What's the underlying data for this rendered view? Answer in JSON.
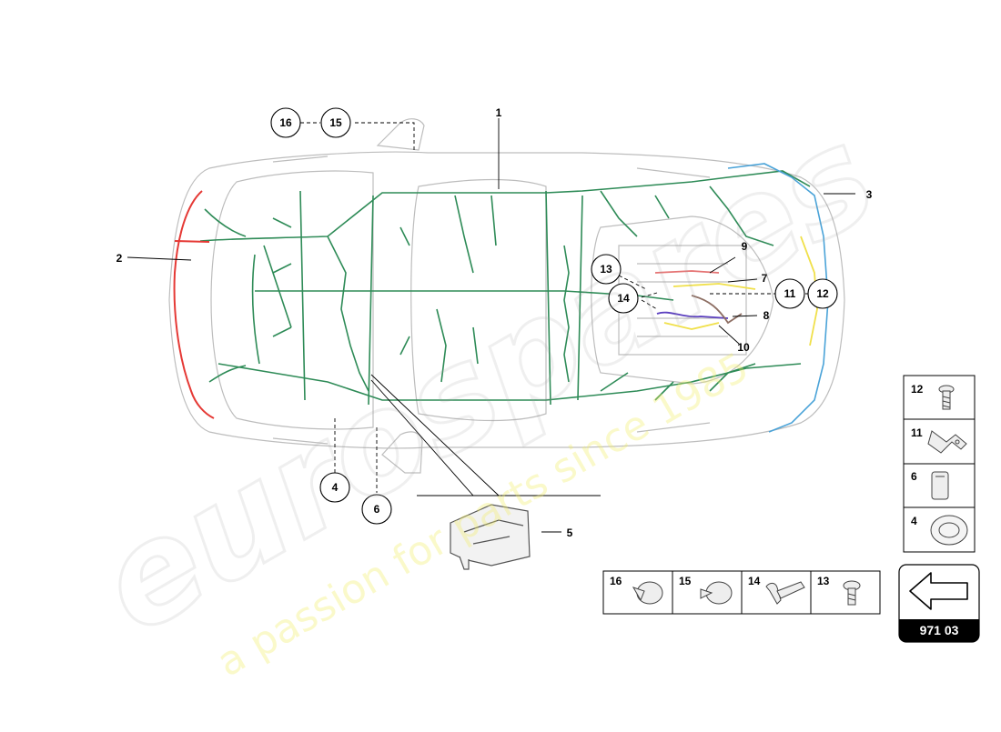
{
  "watermark": {
    "brand": "eurospares",
    "tagline": "a passion for parts since 1985"
  },
  "callouts": {
    "c1": "1",
    "c2": "2",
    "c3": "3",
    "c4": "4",
    "c5": "5",
    "c6": "6",
    "c7": "7",
    "c8": "8",
    "c9": "9",
    "c10": "10",
    "c11": "11",
    "c12": "12",
    "c13": "13",
    "c14": "14",
    "c15": "15",
    "c16": "16"
  },
  "legend_right": [
    {
      "num": "12",
      "part": "screw-icon"
    },
    {
      "num": "11",
      "part": "bracket-icon"
    },
    {
      "num": "6",
      "part": "relay-icon"
    },
    {
      "num": "4",
      "part": "grommet-icon"
    }
  ],
  "legend_bottom": [
    {
      "num": "16",
      "part": "clip-icon"
    },
    {
      "num": "15",
      "part": "clip-icon"
    },
    {
      "num": "14",
      "part": "cable-tie-icon"
    },
    {
      "num": "13",
      "part": "screw-icon"
    }
  ],
  "page_ref": {
    "code": "971 03",
    "icon": "arrow-left-icon"
  },
  "colors": {
    "harness_main": "#2e8b57",
    "harness_front": "#e53935",
    "harness_rear": "#4aa3d8",
    "harness_engine_yellow": "#f0e04a",
    "harness_engine_purple": "#5b3fbf",
    "outline": "#bdbdbd",
    "ref_box": "#000000"
  }
}
